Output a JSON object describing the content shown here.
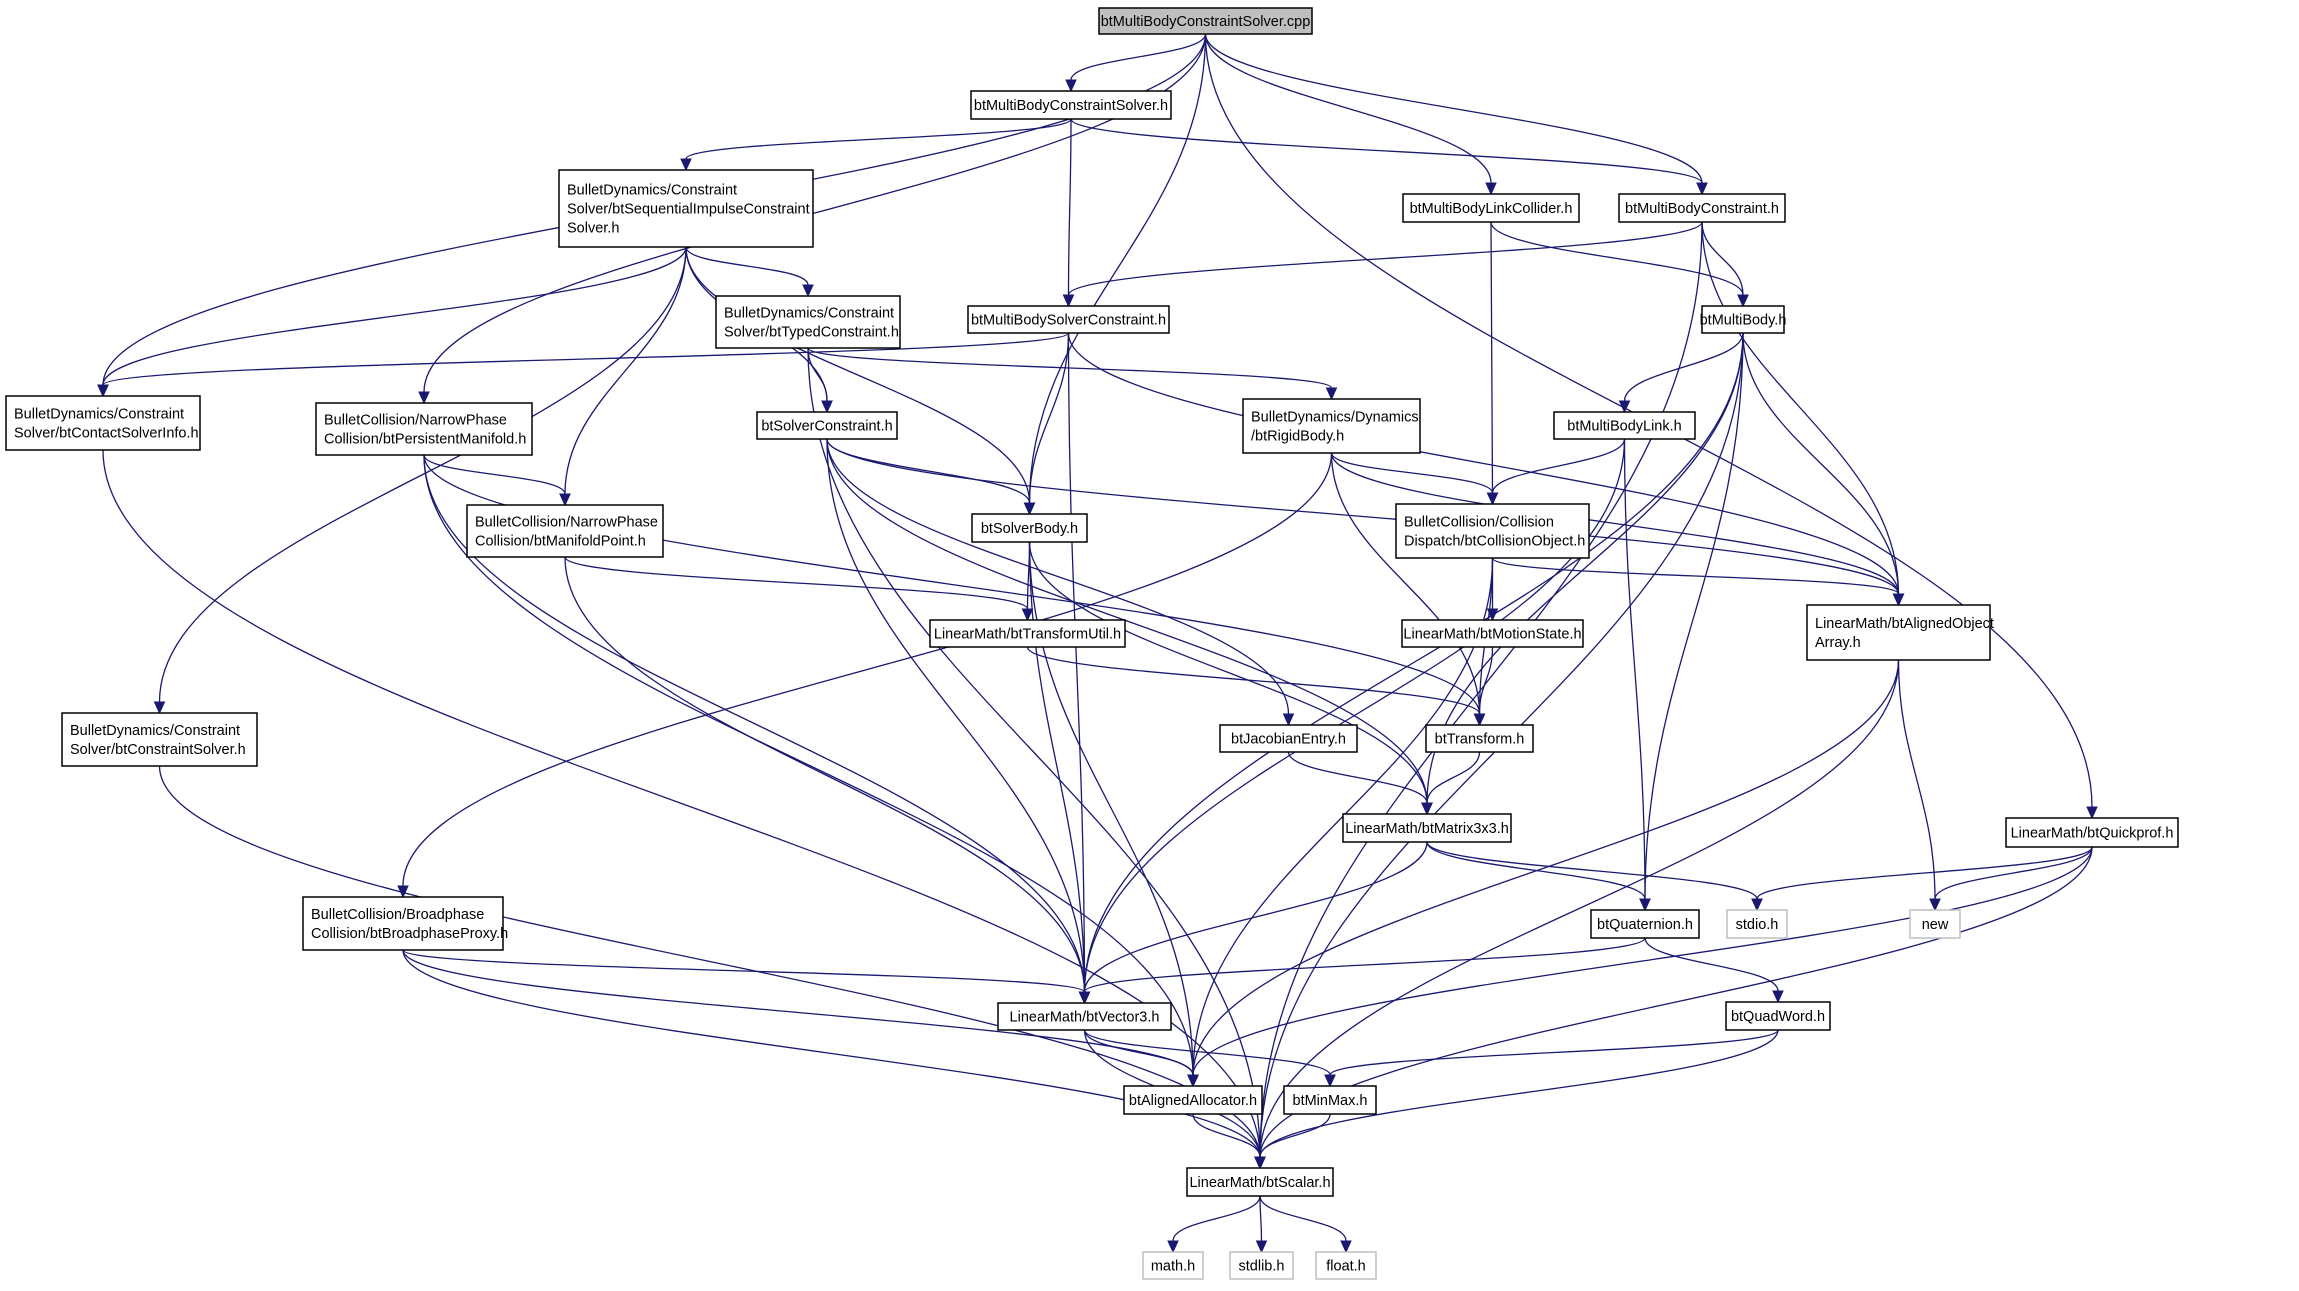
{
  "colors": {
    "edge": "#191970",
    "node_border": "#000000",
    "system_header_border": "#bfbfbf",
    "root_fill": "#bfbfbf",
    "node_fill": "#ffffff"
  },
  "nodes": [
    {
      "id": "root",
      "lines": [
        "btMultiBodyConstraintSolver.cpp"
      ],
      "kind": "root"
    },
    {
      "id": "solver_h",
      "lines": [
        "btMultiBodyConstraintSolver.h"
      ],
      "kind": "file"
    },
    {
      "id": "seq_impulse",
      "lines": [
        "BulletDynamics/Constraint",
        "Solver/btSequentialImpulseConstraint",
        "Solver.h"
      ],
      "kind": "file"
    },
    {
      "id": "link_collider",
      "lines": [
        "btMultiBodyLinkCollider.h"
      ],
      "kind": "file"
    },
    {
      "id": "mb_constraint",
      "lines": [
        "btMultiBodyConstraint.h"
      ],
      "kind": "file"
    },
    {
      "id": "typed_constraint",
      "lines": [
        "BulletDynamics/Constraint",
        "Solver/btTypedConstraint.h"
      ],
      "kind": "file"
    },
    {
      "id": "mb_solver_constraint",
      "lines": [
        "btMultiBodySolverConstraint.h"
      ],
      "kind": "file"
    },
    {
      "id": "multibody",
      "lines": [
        "btMultiBody.h"
      ],
      "kind": "file"
    },
    {
      "id": "contact_solver_info",
      "lines": [
        "BulletDynamics/Constraint",
        "Solver/btContactSolverInfo.h"
      ],
      "kind": "file"
    },
    {
      "id": "persistent_manifold",
      "lines": [
        "BulletCollision/NarrowPhase",
        "Collision/btPersistentManifold.h"
      ],
      "kind": "file"
    },
    {
      "id": "solver_constraint",
      "lines": [
        "btSolverConstraint.h"
      ],
      "kind": "file"
    },
    {
      "id": "rigid_body",
      "lines": [
        "BulletDynamics/Dynamics",
        "/btRigidBody.h"
      ],
      "kind": "file"
    },
    {
      "id": "multibody_link",
      "lines": [
        "btMultiBodyLink.h"
      ],
      "kind": "file"
    },
    {
      "id": "manifold_point",
      "lines": [
        "BulletCollision/NarrowPhase",
        "Collision/btManifoldPoint.h"
      ],
      "kind": "file"
    },
    {
      "id": "solver_body",
      "lines": [
        "btSolverBody.h"
      ],
      "kind": "file"
    },
    {
      "id": "collision_object",
      "lines": [
        "BulletCollision/Collision",
        "Dispatch/btCollisionObject.h"
      ],
      "kind": "file"
    },
    {
      "id": "aligned_object_array",
      "lines": [
        "LinearMath/btAlignedObject",
        "Array.h"
      ],
      "kind": "file"
    },
    {
      "id": "transform_util",
      "lines": [
        "LinearMath/btTransformUtil.h"
      ],
      "kind": "file"
    },
    {
      "id": "motion_state",
      "lines": [
        "LinearMath/btMotionState.h"
      ],
      "kind": "file"
    },
    {
      "id": "constraint_solver",
      "lines": [
        "BulletDynamics/Constraint",
        "Solver/btConstraintSolver.h"
      ],
      "kind": "file"
    },
    {
      "id": "jacobian_entry",
      "lines": [
        "btJacobianEntry.h"
      ],
      "kind": "file"
    },
    {
      "id": "transform",
      "lines": [
        "btTransform.h"
      ],
      "kind": "file"
    },
    {
      "id": "matrix3x3",
      "lines": [
        "LinearMath/btMatrix3x3.h"
      ],
      "kind": "file"
    },
    {
      "id": "quickprof",
      "lines": [
        "LinearMath/btQuickprof.h"
      ],
      "kind": "file"
    },
    {
      "id": "broadphase_proxy",
      "lines": [
        "BulletCollision/Broadphase",
        "Collision/btBroadphaseProxy.h"
      ],
      "kind": "file"
    },
    {
      "id": "quaternion",
      "lines": [
        "btQuaternion.h"
      ],
      "kind": "file"
    },
    {
      "id": "stdio",
      "lines": [
        "stdio.h"
      ],
      "kind": "system"
    },
    {
      "id": "new",
      "lines": [
        "new"
      ],
      "kind": "system"
    },
    {
      "id": "vector3",
      "lines": [
        "LinearMath/btVector3.h"
      ],
      "kind": "file"
    },
    {
      "id": "quadword",
      "lines": [
        "btQuadWord.h"
      ],
      "kind": "file"
    },
    {
      "id": "aligned_allocator",
      "lines": [
        "btAlignedAllocator.h"
      ],
      "kind": "file"
    },
    {
      "id": "minmax",
      "lines": [
        "btMinMax.h"
      ],
      "kind": "file"
    },
    {
      "id": "scalar",
      "lines": [
        "LinearMath/btScalar.h"
      ],
      "kind": "file"
    },
    {
      "id": "math",
      "lines": [
        "math.h"
      ],
      "kind": "system"
    },
    {
      "id": "stdlib",
      "lines": [
        "stdlib.h"
      ],
      "kind": "system"
    },
    {
      "id": "float",
      "lines": [
        "float.h"
      ],
      "kind": "system"
    }
  ],
  "edges": [
    [
      "root",
      "solver_h"
    ],
    [
      "root",
      "contact_solver_info"
    ],
    [
      "root",
      "persistent_manifold"
    ],
    [
      "root",
      "solver_body"
    ],
    [
      "root",
      "link_collider"
    ],
    [
      "root",
      "mb_constraint"
    ],
    [
      "root",
      "quickprof"
    ],
    [
      "solver_h",
      "seq_impulse"
    ],
    [
      "solver_h",
      "mb_solver_constraint"
    ],
    [
      "solver_h",
      "mb_constraint"
    ],
    [
      "seq_impulse",
      "contact_solver_info"
    ],
    [
      "seq_impulse",
      "constraint_solver"
    ],
    [
      "seq_impulse",
      "manifold_point"
    ],
    [
      "seq_impulse",
      "solver_constraint"
    ],
    [
      "seq_impulse",
      "typed_constraint"
    ],
    [
      "seq_impulse",
      "solver_body"
    ],
    [
      "typed_constraint",
      "scalar"
    ],
    [
      "typed_constraint",
      "solver_constraint"
    ],
    [
      "typed_constraint",
      "rigid_body"
    ],
    [
      "link_collider",
      "collision_object"
    ],
    [
      "link_collider",
      "multibody"
    ],
    [
      "mb_constraint",
      "mb_solver_constraint"
    ],
    [
      "mb_constraint",
      "multibody"
    ],
    [
      "mb_constraint",
      "aligned_object_array"
    ],
    [
      "mb_constraint",
      "scalar"
    ],
    [
      "mb_solver_constraint",
      "contact_solver_info"
    ],
    [
      "mb_solver_constraint",
      "vector3"
    ],
    [
      "mb_solver_constraint",
      "solver_body"
    ],
    [
      "mb_solver_constraint",
      "aligned_object_array"
    ],
    [
      "multibody",
      "vector3"
    ],
    [
      "multibody",
      "multibody_link"
    ],
    [
      "multibody",
      "matrix3x3"
    ],
    [
      "multibody",
      "aligned_object_array"
    ],
    [
      "multibody",
      "quaternion"
    ],
    [
      "multibody",
      "scalar"
    ],
    [
      "contact_solver_info",
      "scalar"
    ],
    [
      "persistent_manifold",
      "manifold_point"
    ],
    [
      "persistent_manifold",
      "vector3"
    ],
    [
      "persistent_manifold",
      "aligned_allocator"
    ],
    [
      "persistent_manifold",
      "transform"
    ],
    [
      "solver_constraint",
      "solver_body"
    ],
    [
      "solver_constraint",
      "vector3"
    ],
    [
      "solver_constraint",
      "matrix3x3"
    ],
    [
      "solver_constraint",
      "jacobian_entry"
    ],
    [
      "solver_constraint",
      "aligned_object_array"
    ],
    [
      "rigid_body",
      "broadphase_proxy"
    ],
    [
      "rigid_body",
      "collision_object"
    ],
    [
      "rigid_body",
      "transform"
    ],
    [
      "rigid_body",
      "aligned_object_array"
    ],
    [
      "multibody_link",
      "collision_object"
    ],
    [
      "multibody_link",
      "vector3"
    ],
    [
      "multibody_link",
      "quaternion"
    ],
    [
      "manifold_point",
      "vector3"
    ],
    [
      "manifold_point",
      "transform_util"
    ],
    [
      "solver_body",
      "transform_util"
    ],
    [
      "solver_body",
      "vector3"
    ],
    [
      "solver_body",
      "matrix3x3"
    ],
    [
      "solver_body",
      "aligned_allocator"
    ],
    [
      "collision_object",
      "transform"
    ],
    [
      "collision_object",
      "motion_state"
    ],
    [
      "collision_object",
      "aligned_object_array"
    ],
    [
      "collision_object",
      "aligned_allocator"
    ],
    [
      "aligned_object_array",
      "aligned_allocator"
    ],
    [
      "aligned_object_array",
      "new"
    ],
    [
      "aligned_object_array",
      "scalar"
    ],
    [
      "transform_util",
      "transform"
    ],
    [
      "motion_state",
      "transform"
    ],
    [
      "constraint_solver",
      "scalar"
    ],
    [
      "jacobian_entry",
      "matrix3x3"
    ],
    [
      "transform",
      "matrix3x3"
    ],
    [
      "matrix3x3",
      "vector3"
    ],
    [
      "matrix3x3",
      "quaternion"
    ],
    [
      "matrix3x3",
      "stdio"
    ],
    [
      "quickprof",
      "stdio"
    ],
    [
      "quickprof",
      "new"
    ],
    [
      "quickprof",
      "aligned_allocator"
    ],
    [
      "quickprof",
      "scalar"
    ],
    [
      "broadphase_proxy",
      "vector3"
    ],
    [
      "broadphase_proxy",
      "aligned_allocator"
    ],
    [
      "broadphase_proxy",
      "scalar"
    ],
    [
      "quaternion",
      "vector3"
    ],
    [
      "quaternion",
      "quadword"
    ],
    [
      "vector3",
      "aligned_allocator"
    ],
    [
      "vector3",
      "minmax"
    ],
    [
      "vector3",
      "scalar"
    ],
    [
      "quadword",
      "minmax"
    ],
    [
      "quadword",
      "scalar"
    ],
    [
      "aligned_allocator",
      "scalar"
    ],
    [
      "minmax",
      "scalar"
    ],
    [
      "scalar",
      "math"
    ],
    [
      "scalar",
      "stdlib"
    ],
    [
      "scalar",
      "float"
    ]
  ]
}
